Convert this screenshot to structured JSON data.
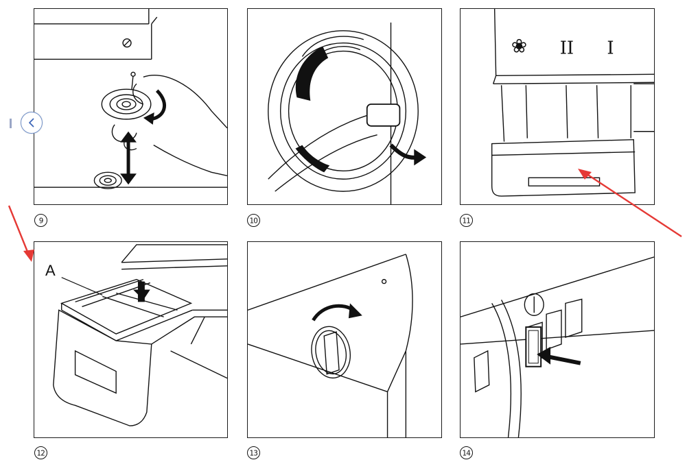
{
  "figures": [
    {
      "number": "9"
    },
    {
      "number": "10"
    },
    {
      "number": "11"
    },
    {
      "number": "12"
    },
    {
      "number": "13"
    },
    {
      "number": "14"
    }
  ],
  "drawer_labels": {
    "prewash": "❀",
    "main_wash": "II",
    "rinse": "I"
  },
  "callout_label": "A",
  "annotation_color": "#e53935",
  "nav": {
    "back_icon": "chevron-left-icon"
  }
}
